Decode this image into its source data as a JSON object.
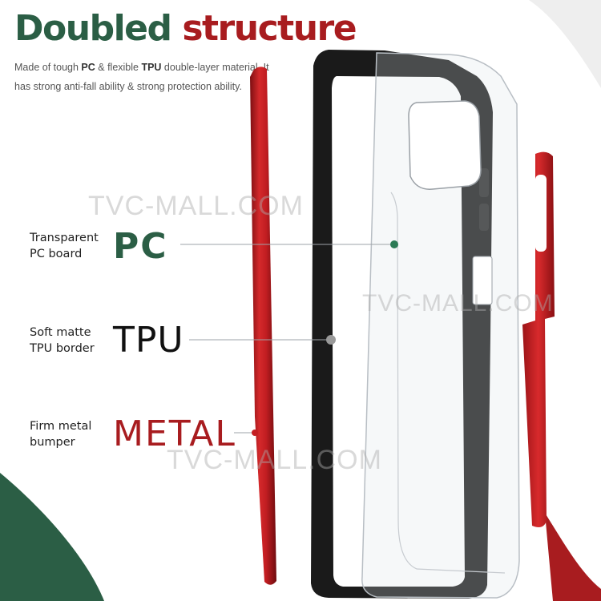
{
  "title": {
    "word1": "Doubled",
    "word2": "structure"
  },
  "description": {
    "part1": "Made of tough ",
    "pc": "PC",
    "part2": " & flexible ",
    "tpu": "TPU",
    "part3": " double-layer material, It has strong anti-fall ability & strong protection ability."
  },
  "watermark": "TVC-MALL.COM",
  "callouts": [
    {
      "line1": "Transparent",
      "line2": "PC board",
      "big": "PC"
    },
    {
      "line1": "Soft matte",
      "line2": "TPU border",
      "big": "TPU"
    },
    {
      "line1": "Firm metal",
      "line2": "bumper",
      "big": "METAL"
    }
  ],
  "colors": {
    "green": "#2b5e45",
    "red": "#a81c1f",
    "black": "#111111"
  }
}
